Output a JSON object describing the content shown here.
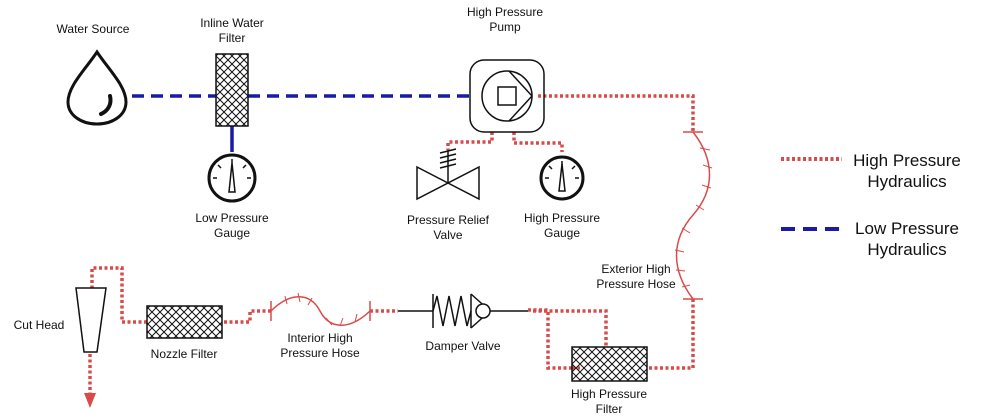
{
  "colors": {
    "high_pressure": "#d94b4b",
    "low_pressure": "#1a1aa6",
    "outline": "#111111"
  },
  "labels": {
    "water_source": "Water Source",
    "inline_filter_1": "Inline Water",
    "inline_filter_2": "Filter",
    "pump_1": "High Pressure",
    "pump_2": "Pump",
    "low_gauge_1": "Low Pressure",
    "low_gauge_2": "Gauge",
    "relief_1": "Pressure Relief",
    "relief_2": "Valve",
    "high_gauge_1": "High Pressure",
    "high_gauge_2": "Gauge",
    "ext_hose_1": "Exterior High",
    "ext_hose_2": "Pressure Hose",
    "cut_head": "Cut Head",
    "nozzle_filter": "Nozzle Filter",
    "int_hose_1": "Interior High",
    "int_hose_2": "Pressure Hose",
    "damper": "Damper Valve",
    "hp_filter_1": "High Pressure",
    "hp_filter_2": "Filter"
  },
  "legend": {
    "high_1": "High Pressure",
    "high_2": "Hydraulics",
    "low_1": "Low Pressure",
    "low_2": "Hydraulics"
  }
}
